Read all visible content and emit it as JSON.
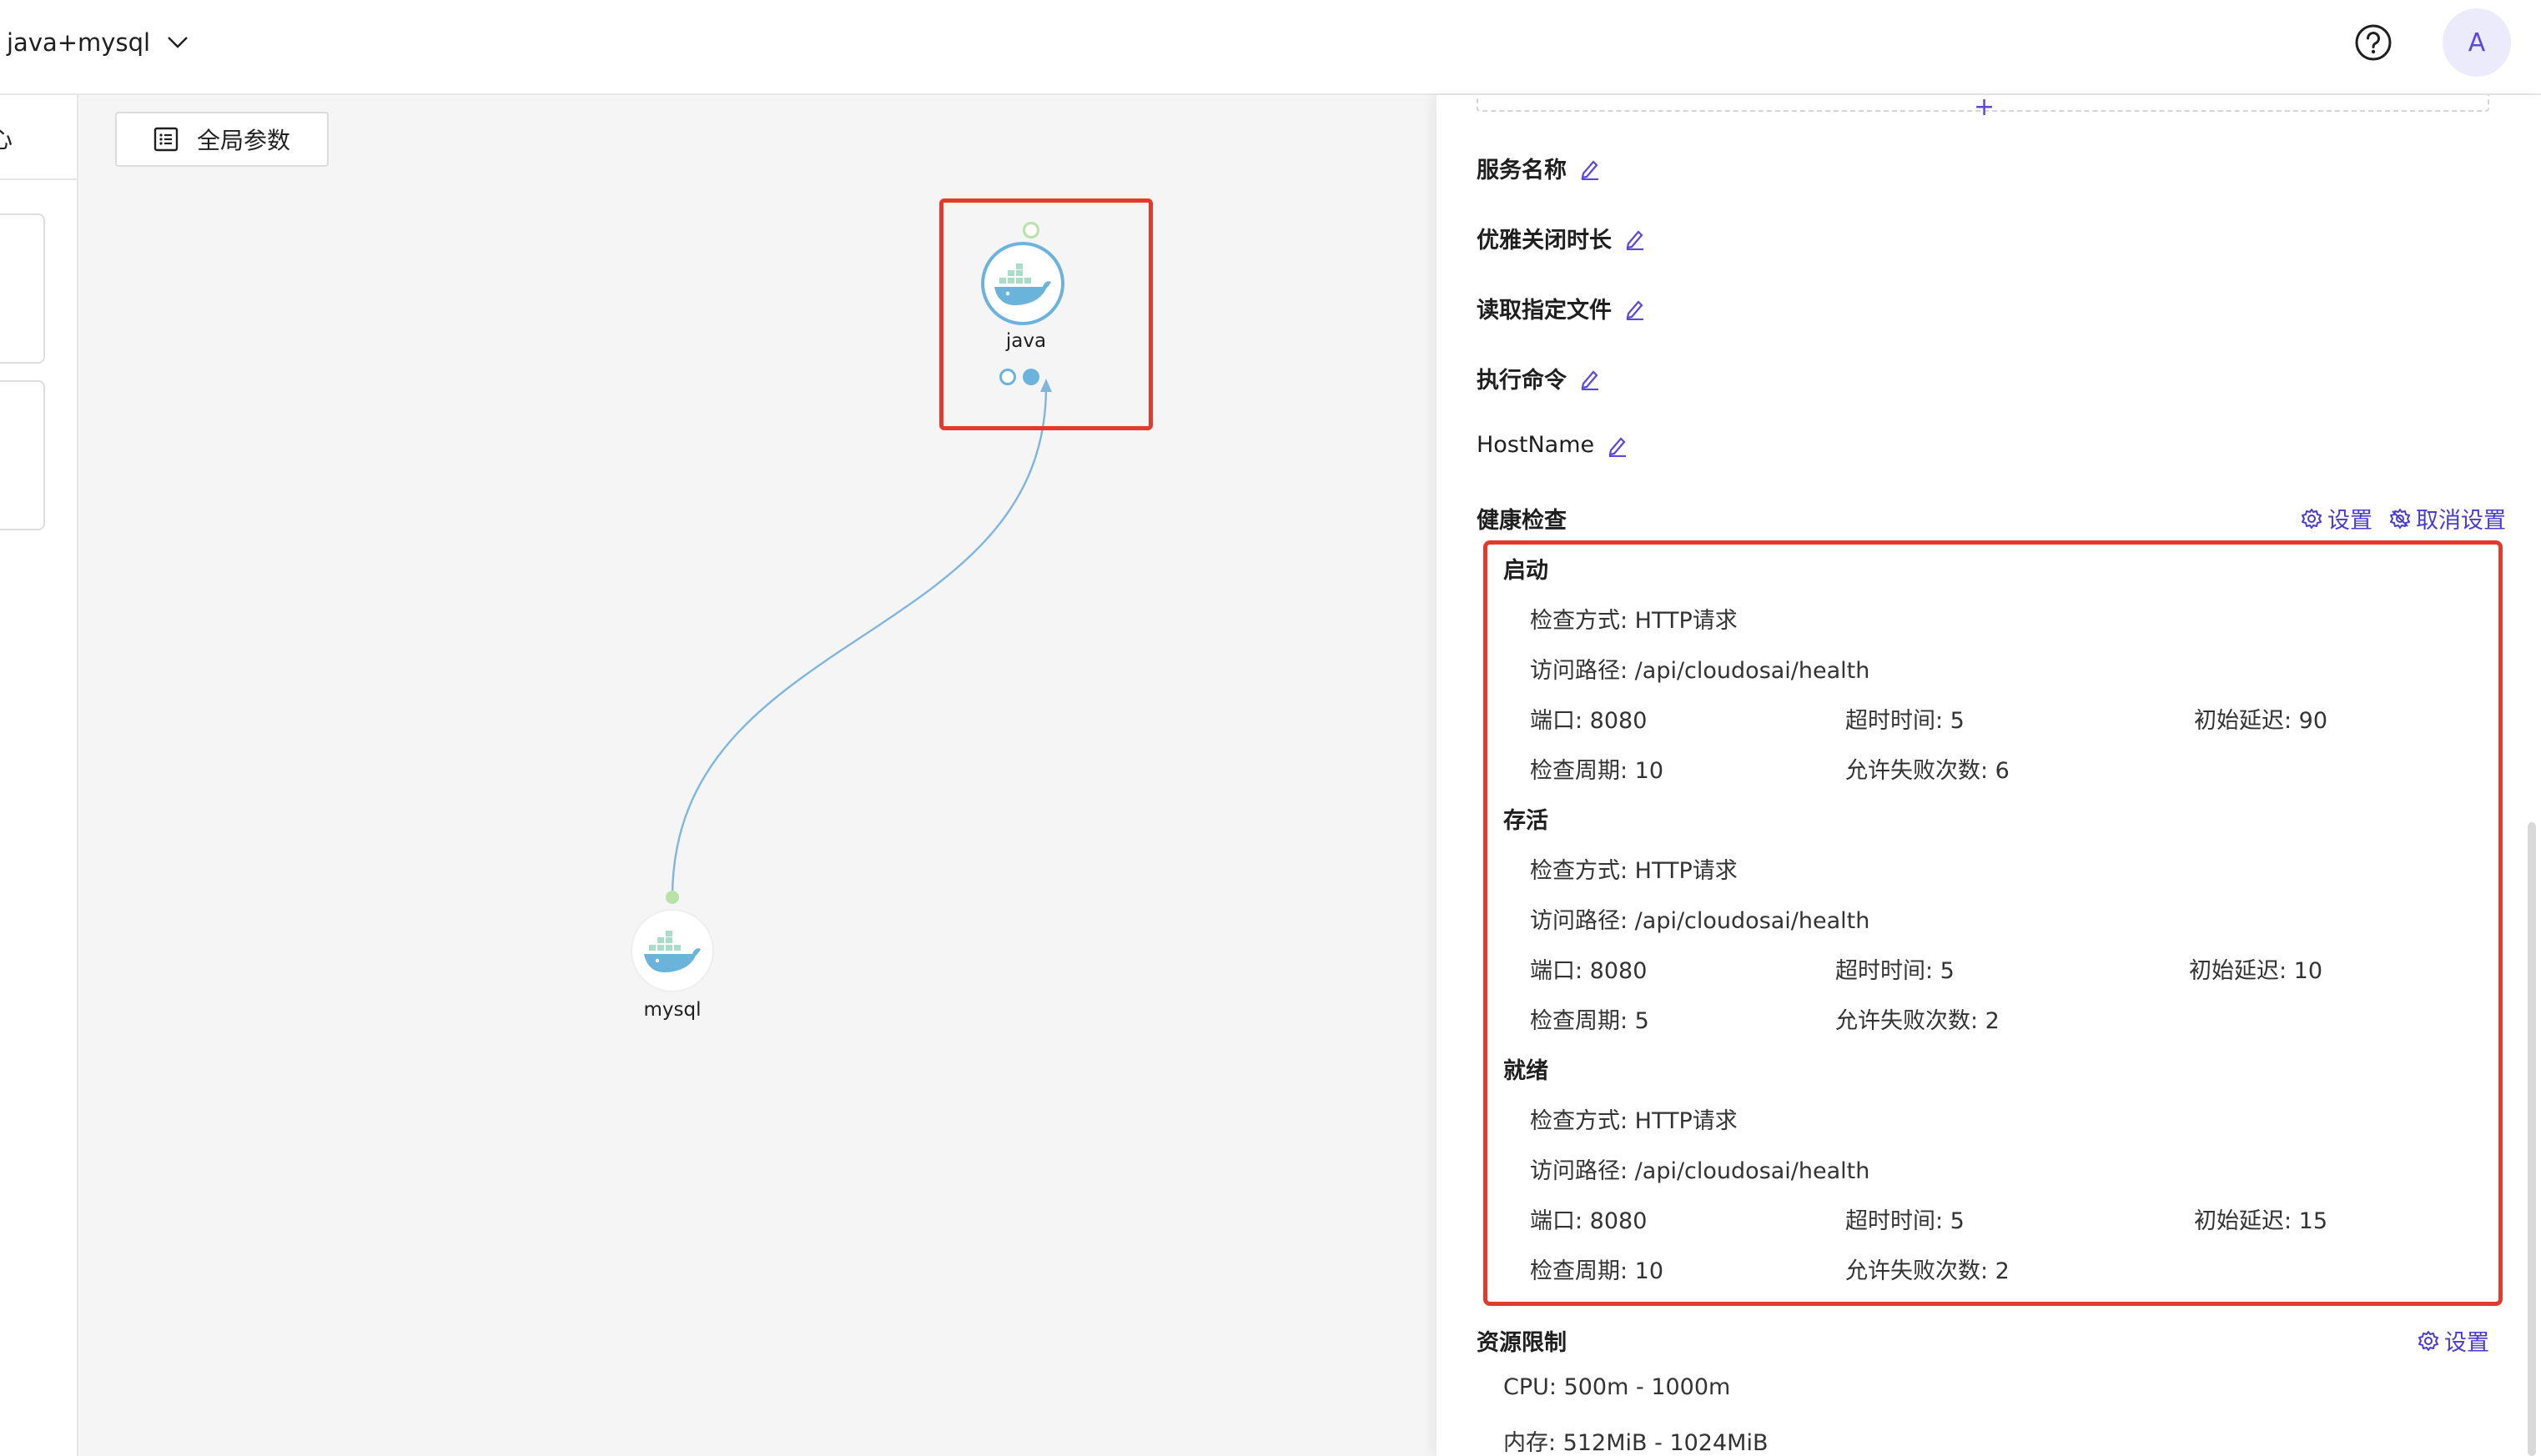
{
  "header": {
    "project_name": "java+mysql",
    "avatar_letter": "A"
  },
  "sidebar": {
    "label": "心"
  },
  "canvas": {
    "global_params_label": "全局参数",
    "nodes": [
      {
        "name": "java"
      },
      {
        "name": "mysql"
      }
    ]
  },
  "panel": {
    "fields": [
      {
        "label": "服务名称"
      },
      {
        "label": "优雅关闭时长"
      },
      {
        "label": "读取指定文件"
      },
      {
        "label": "执行命令"
      },
      {
        "label": "HostName"
      }
    ],
    "health": {
      "title": "健康检查",
      "set_label": "设置",
      "unset_label": "取消设置",
      "groups": [
        {
          "title": "启动",
          "method": "检查方式: HTTP请求",
          "path": "访问路径: /api/cloudosai/health",
          "port": "端口: 8080",
          "timeout": "超时时间: 5",
          "initial_delay": "初始延迟: 90",
          "period": "检查周期: 10",
          "failures": "允许失败次数: 6"
        },
        {
          "title": "存活",
          "method": "检查方式: HTTP请求",
          "path": "访问路径: /api/cloudosai/health",
          "port": "端口: 8080",
          "timeout": "超时时间: 5",
          "initial_delay": "初始延迟: 10",
          "period": "检查周期: 5",
          "failures": "允许失败次数: 2"
        },
        {
          "title": "就绪",
          "method": "检查方式: HTTP请求",
          "path": "访问路径: /api/cloudosai/health",
          "port": "端口: 8080",
          "timeout": "超时时间: 5",
          "initial_delay": "初始延迟: 15",
          "period": "检查周期: 10",
          "failures": "允许失败次数: 2"
        }
      ]
    },
    "resources": {
      "title": "资源限制",
      "set_label": "设置",
      "cpu": "CPU: 500m - 1000m",
      "memory": "内存: 512MiB - 1024MiB"
    }
  },
  "colors": {
    "accent": "#5a47dd",
    "highlight_red": "#e23b2e",
    "edge_blue": "#7fb6df",
    "port_green": "#b7e3a8",
    "docker_blue": "#6ab4dc",
    "docker_green": "#a9ddc9"
  }
}
